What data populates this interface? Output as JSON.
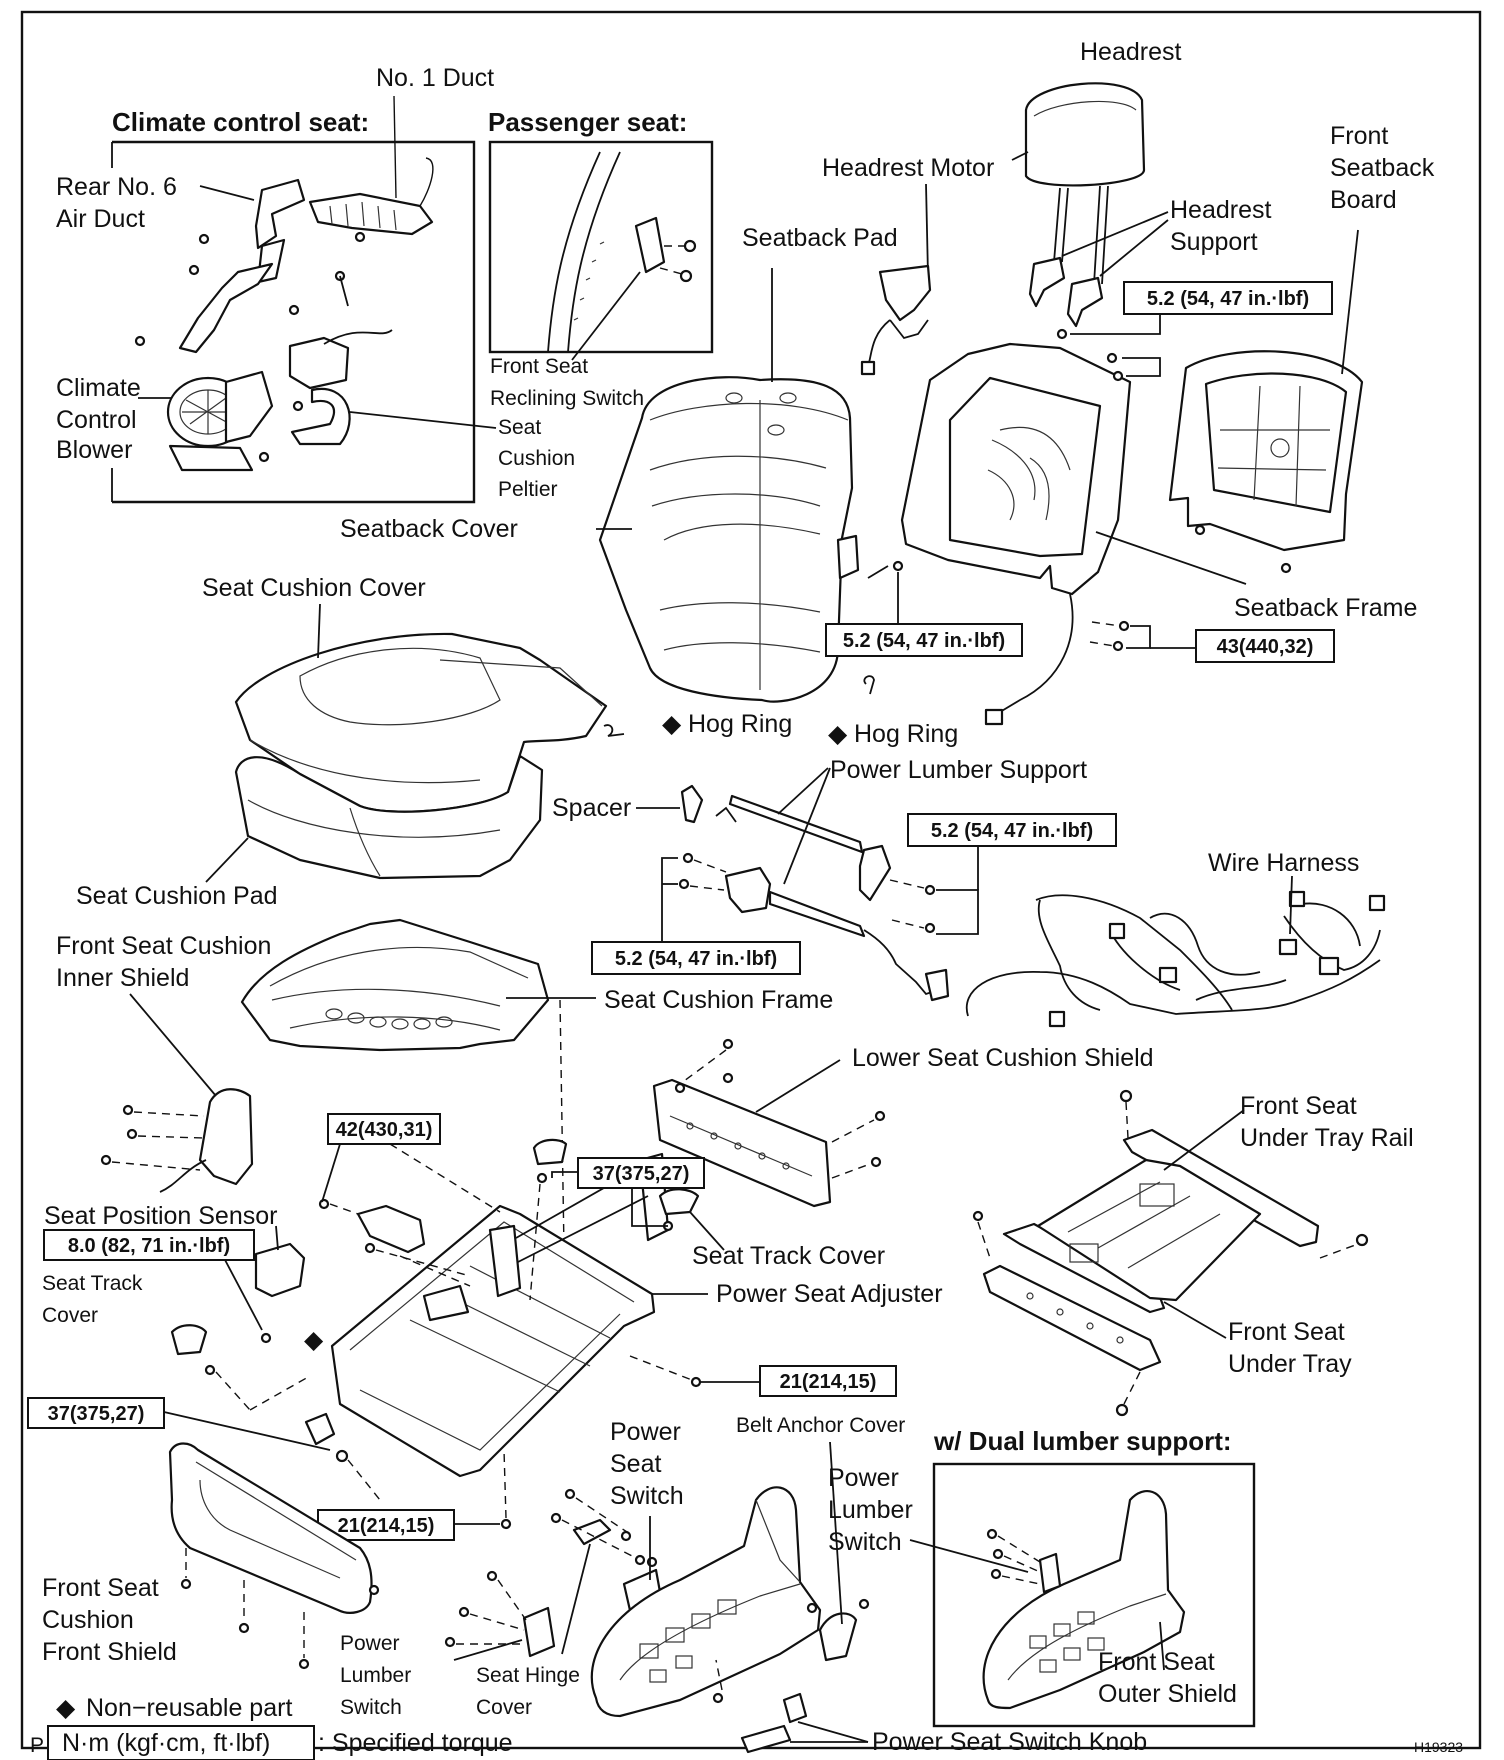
{
  "labels": {
    "no1_duct": "No. 1 Duct",
    "climate_control_seat": "Climate control seat:",
    "passenger_seat": "Passenger seat:",
    "rear_no6_air_duct_1": "Rear No. 6",
    "rear_no6_air_duct_2": "Air Duct",
    "climate_control_blower_1": "Climate",
    "climate_control_blower_2": "Control",
    "climate_control_blower_3": "Blower",
    "front_seat_reclining_switch_1": "Front Seat",
    "front_seat_reclining_switch_2": "Reclining Switch",
    "seat_cushion_peltier_1": "Seat",
    "seat_cushion_peltier_2": "Cushion",
    "seat_cushion_peltier_3": "Peltier",
    "headrest": "Headrest",
    "headrest_motor": "Headrest Motor",
    "seatback_pad": "Seatback Pad",
    "headrest_support_1": "Headrest",
    "headrest_support_2": "Support",
    "front_seatback_board_1": "Front",
    "front_seatback_board_2": "Seatback",
    "front_seatback_board_3": "Board",
    "seatback_cover": "Seatback Cover",
    "seatback_frame": "Seatback Frame",
    "seat_cushion_cover": "Seat Cushion Cover",
    "hog_ring_1": "Hog Ring",
    "hog_ring_2": "Hog Ring",
    "power_lumber_support": "Power Lumber Support",
    "spacer": "Spacer",
    "wire_harness": "Wire Harness",
    "seat_cushion_pad": "Seat Cushion Pad",
    "front_seat_cushion_inner_shield_1": "Front Seat Cushion",
    "front_seat_cushion_inner_shield_2": "Inner Shield",
    "seat_cushion_frame": "Seat Cushion Frame",
    "lower_seat_cushion_shield": "Lower Seat Cushion Shield",
    "front_seat_under_tray_rail_1": "Front Seat",
    "front_seat_under_tray_rail_2": "Under Tray Rail",
    "seat_position_sensor": "Seat Position Sensor",
    "seat_track_cover_small_1": "Seat Track",
    "seat_track_cover_small_2": "Cover",
    "seat_track_cover": "Seat Track Cover",
    "power_seat_adjuster": "Power Seat Adjuster",
    "front_seat_under_tray_1": "Front Seat",
    "front_seat_under_tray_2": "Under Tray",
    "power_seat_switch_1": "Power",
    "power_seat_switch_2": "Seat",
    "power_seat_switch_3": "Switch",
    "belt_anchor_cover": "Belt Anchor Cover",
    "dual_lumbar": "w/ Dual lumber support:",
    "power_lumber_switch_r_1": "Power",
    "power_lumber_switch_r_2": "Lumber",
    "power_lumber_switch_r_3": "Switch",
    "front_seat_cushion_front_shield_1": "Front Seat",
    "front_seat_cushion_front_shield_2": "Cushion",
    "front_seat_cushion_front_shield_3": "Front Shield",
    "power_lumber_switch_l_1": "Power",
    "power_lumber_switch_l_2": "Lumber",
    "power_lumber_switch_l_3": "Switch",
    "seat_hinge_cover_1": "Seat Hinge",
    "seat_hinge_cover_2": "Cover",
    "front_seat_outer_shield_1": "Front Seat",
    "front_seat_outer_shield_2": "Outer Shield",
    "power_seat_switch_knob": "Power Seat Switch Knob"
  },
  "torques": {
    "t_headrest_support": "5.2 (54, 47 in.·lbf)",
    "t_seatback": "5.2 (54, 47 in.·lbf)",
    "t_seatback_frame": "43(440,32)",
    "t_lumber_right": "5.2 (54, 47 in.·lbf)",
    "t_lumber_left": "5.2 (54, 47 in.·lbf)",
    "t_adjuster_top": "42(430,31)",
    "t_track_cover": "37(375,27)",
    "t_sensor": "8.0 (82, 71 in.·lbf)",
    "t_front_left": "37(375,27)",
    "t_rail": "21(214,15)",
    "t_bottom": "21(214,15)"
  },
  "legend": {
    "diamond": "◆",
    "non_reusable": "Non−reusable part",
    "unit_box": "N·m (kgf·cm, ft·lbf)",
    "specified_torque": ": Specified torque",
    "page_letter": "P"
  },
  "figure_code": "H19323"
}
